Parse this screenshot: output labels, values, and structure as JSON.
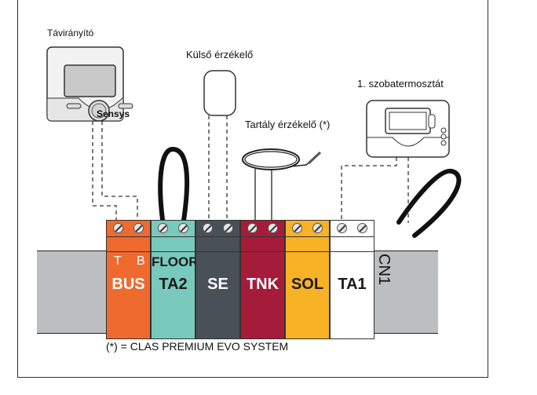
{
  "labels": {
    "remote": "Távirányító",
    "outdoor_sensor": "Külső érzékelő",
    "tank_sensor": "Tartály érzékelő (*)",
    "room_thermostat": "1. szobatermosztát",
    "footnote": "(*) = CLAS PREMIUM EVO SYSTEM",
    "connector": "CN1",
    "remote_brand": "Sensys"
  },
  "terminals": [
    {
      "id": "bus",
      "top_left": "T",
      "top_right": "B",
      "label": "BUS",
      "color": "#ef6a2f",
      "text_color": "#ffffff"
    },
    {
      "id": "ta2",
      "top": "FLOOR",
      "label": "TA2",
      "color": "#79c9bd",
      "text_color": "#1a1a1a"
    },
    {
      "id": "se",
      "label": "SE",
      "color": "#4a5058",
      "text_color": "#ffffff"
    },
    {
      "id": "tnk",
      "label": "TNK",
      "color": "#a51c3a",
      "text_color": "#ffffff"
    },
    {
      "id": "sol",
      "label": "SOL",
      "color": "#f7b225",
      "text_color": "#1a1a1a"
    },
    {
      "id": "ta1",
      "label": "TA1",
      "color": "#ffffff",
      "text_color": "#1a1a1a"
    }
  ]
}
